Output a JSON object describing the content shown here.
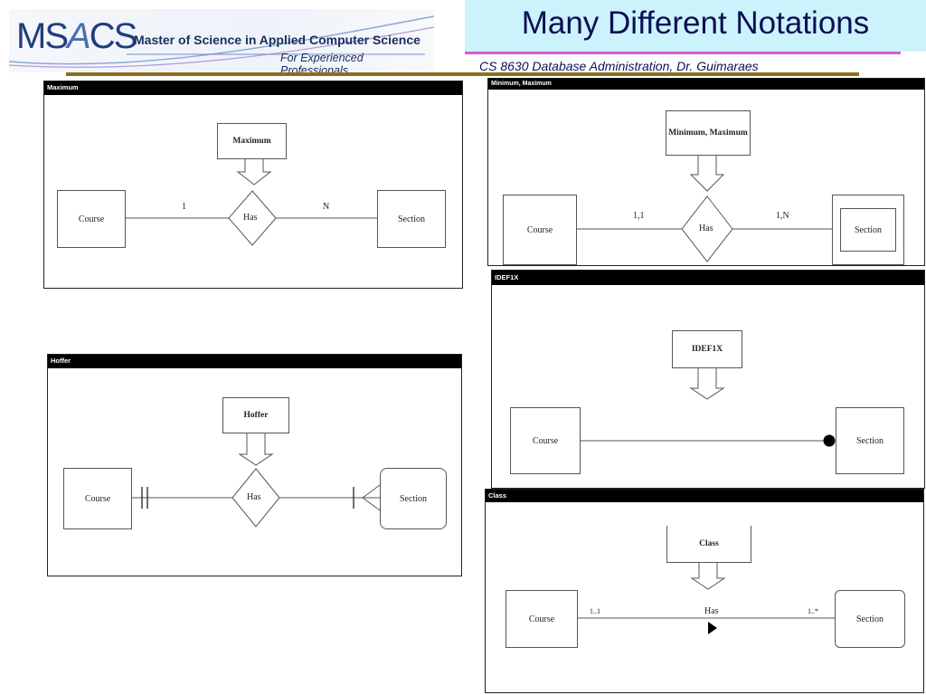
{
  "header": {
    "logo_ms": "MS",
    "logo_a": "A",
    "logo_cs": "CS",
    "logo_line1": "Master of Science in Applied Computer Science",
    "logo_line2": "For Experienced Professionals",
    "title": "Many Different Notations",
    "subtitle": "CS 8630 Database Administration, Dr. Guimaraes"
  },
  "panels": {
    "maximum": {
      "header": "Maximum",
      "callout": "Maximum",
      "left": "Course",
      "relationship": "Has",
      "right": "Section",
      "left_card": "1",
      "right_card": "N"
    },
    "minmax": {
      "header": "Minimum, Maximum",
      "callout": "Minimum, Maximum",
      "left": "Course",
      "relationship": "Has",
      "right": "Section",
      "left_card": "1,1",
      "right_card": "1,N"
    },
    "idef1x": {
      "header": "IDEF1X",
      "callout": "IDEF1X",
      "left": "Course",
      "right": "Section"
    },
    "hoffer": {
      "header": "Hoffer",
      "callout": "Hoffer",
      "left": "Course",
      "relationship": "Has",
      "right": "Section"
    },
    "class": {
      "header": "Class",
      "callout": "Class",
      "left": "Course",
      "relationship": "Has",
      "right": "Section",
      "left_card": "1..1",
      "right_card": "1..*"
    }
  }
}
